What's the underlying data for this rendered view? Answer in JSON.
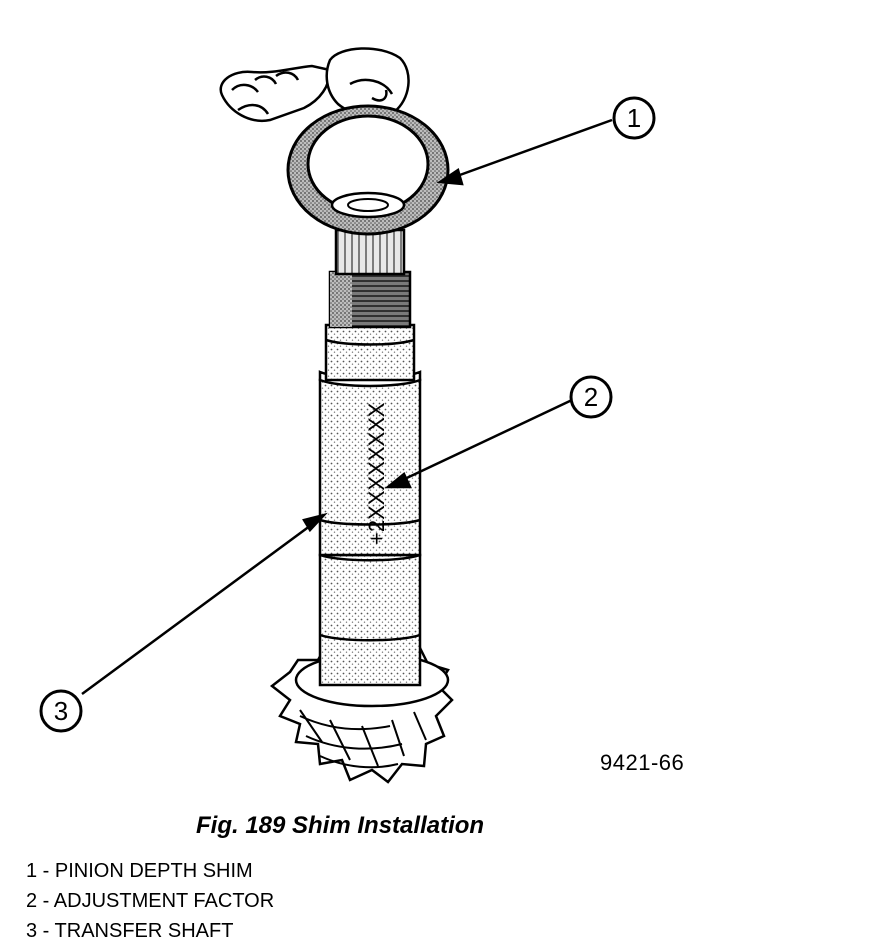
{
  "figure": {
    "shaft_marking": "+2XXXXXXXX",
    "figure_id": "9421-66",
    "callouts": [
      {
        "number": "1"
      },
      {
        "number": "2"
      },
      {
        "number": "3"
      }
    ]
  },
  "caption": "Fig. 189 Shim Installation",
  "legend": [
    {
      "text": "1 - PINION DEPTH SHIM"
    },
    {
      "text": "2 - ADJUSTMENT FACTOR"
    },
    {
      "text": "3 - TRANSFER SHAFT"
    }
  ]
}
